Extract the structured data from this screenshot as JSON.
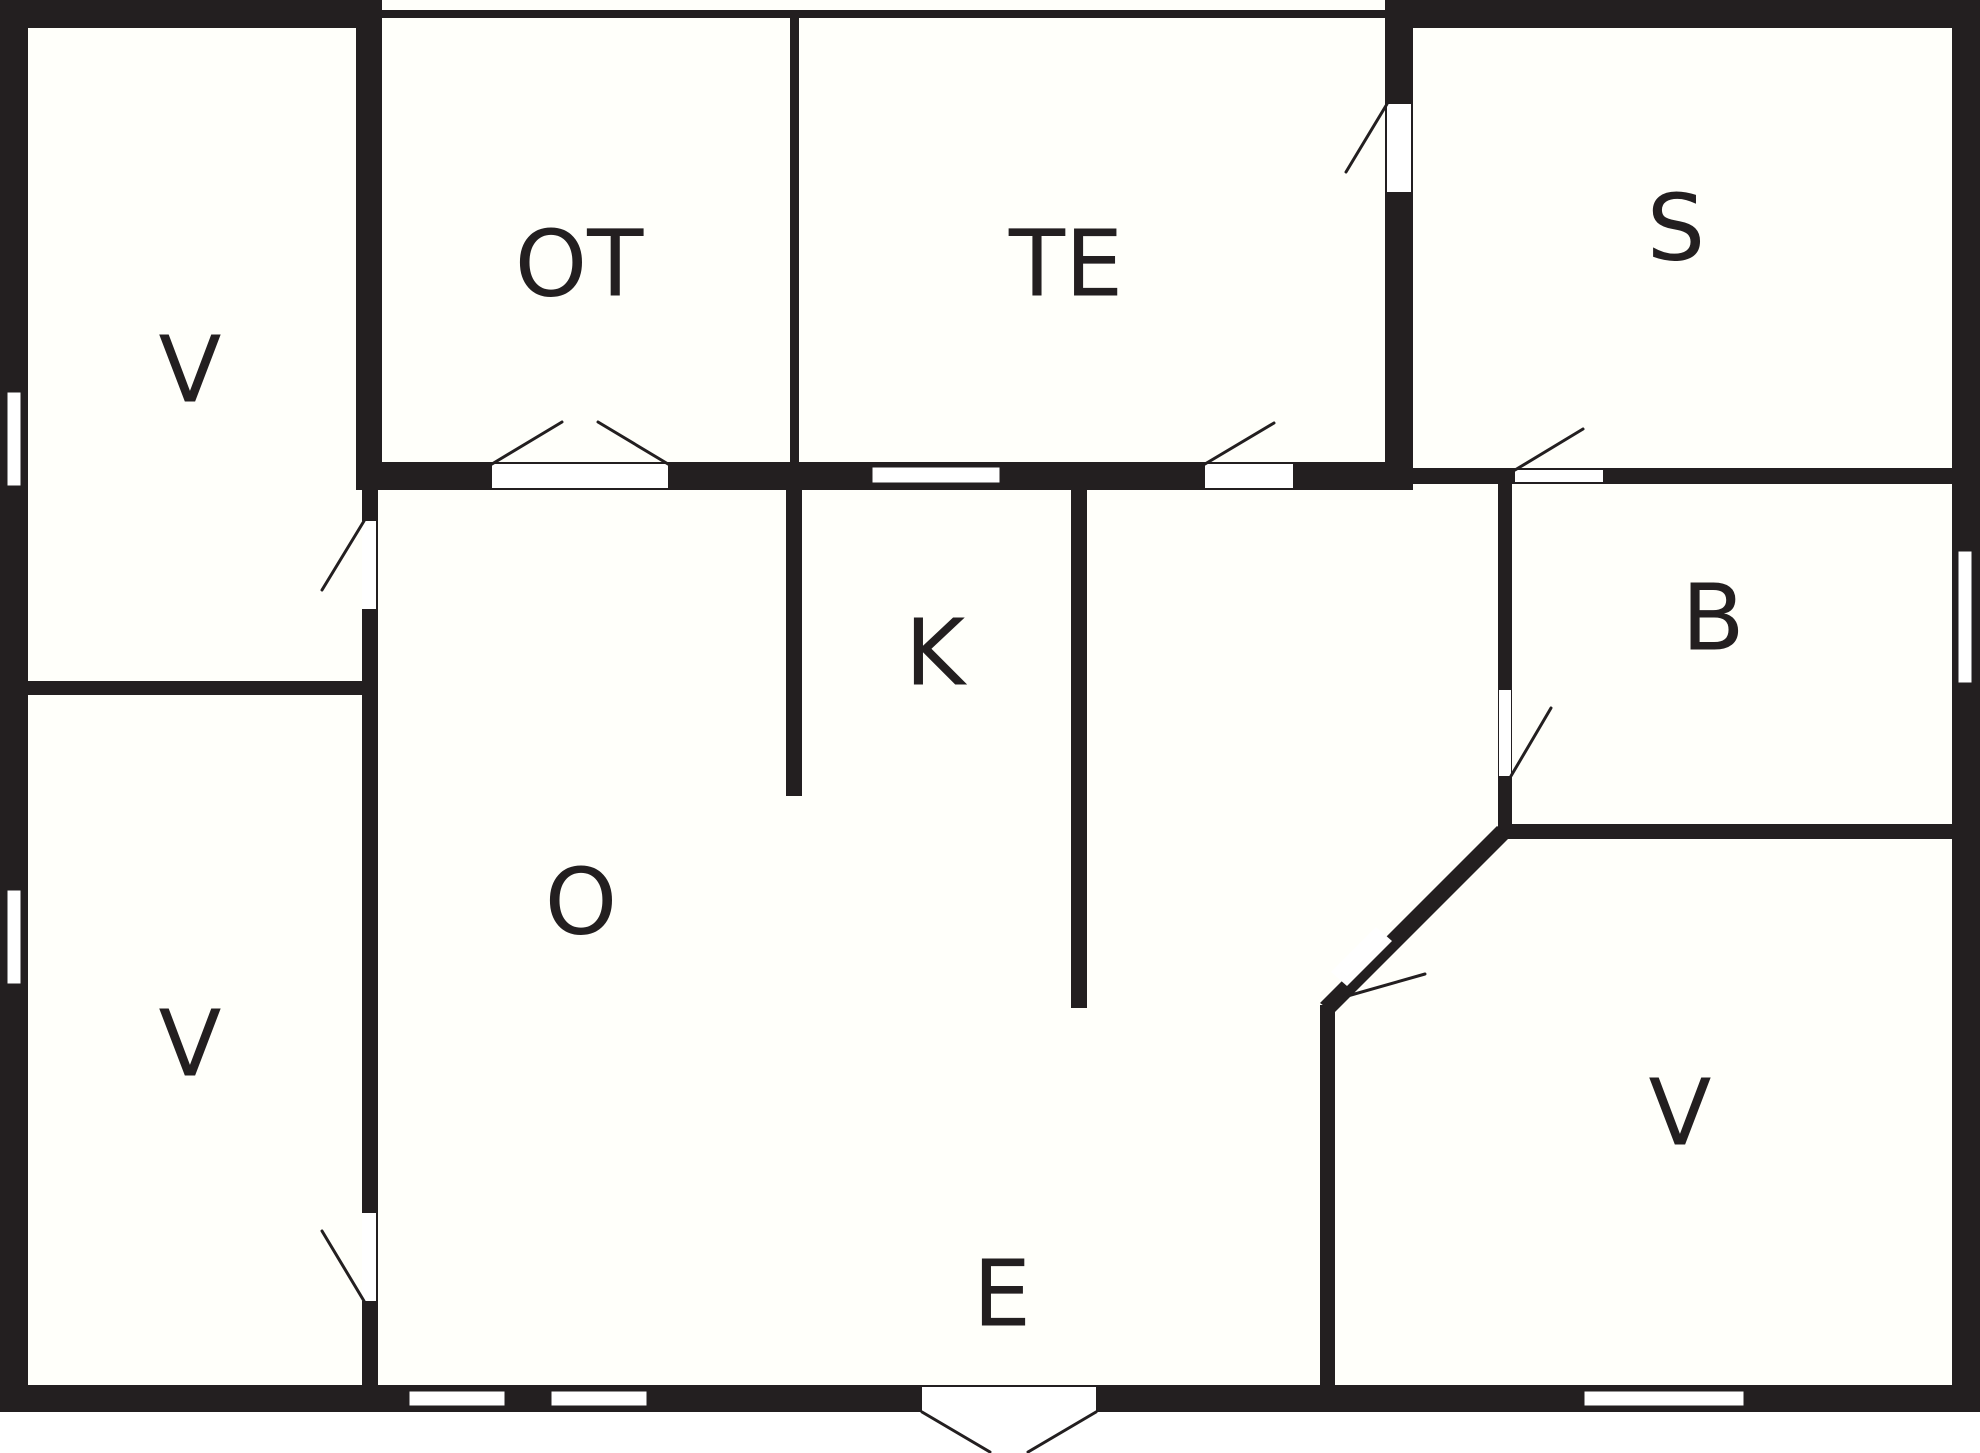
{
  "colors": {
    "wall": "#231f20",
    "floor": "#fffffa",
    "background": "#ffffff",
    "opening": "#ffffff"
  },
  "rooms": {
    "v_top_left": "V",
    "ot": "OT",
    "te": "TE",
    "s": "S",
    "k": "K",
    "b": "B",
    "o": "O",
    "v_bottom_left": "V",
    "v_bottom_right": "V",
    "e": "E"
  }
}
